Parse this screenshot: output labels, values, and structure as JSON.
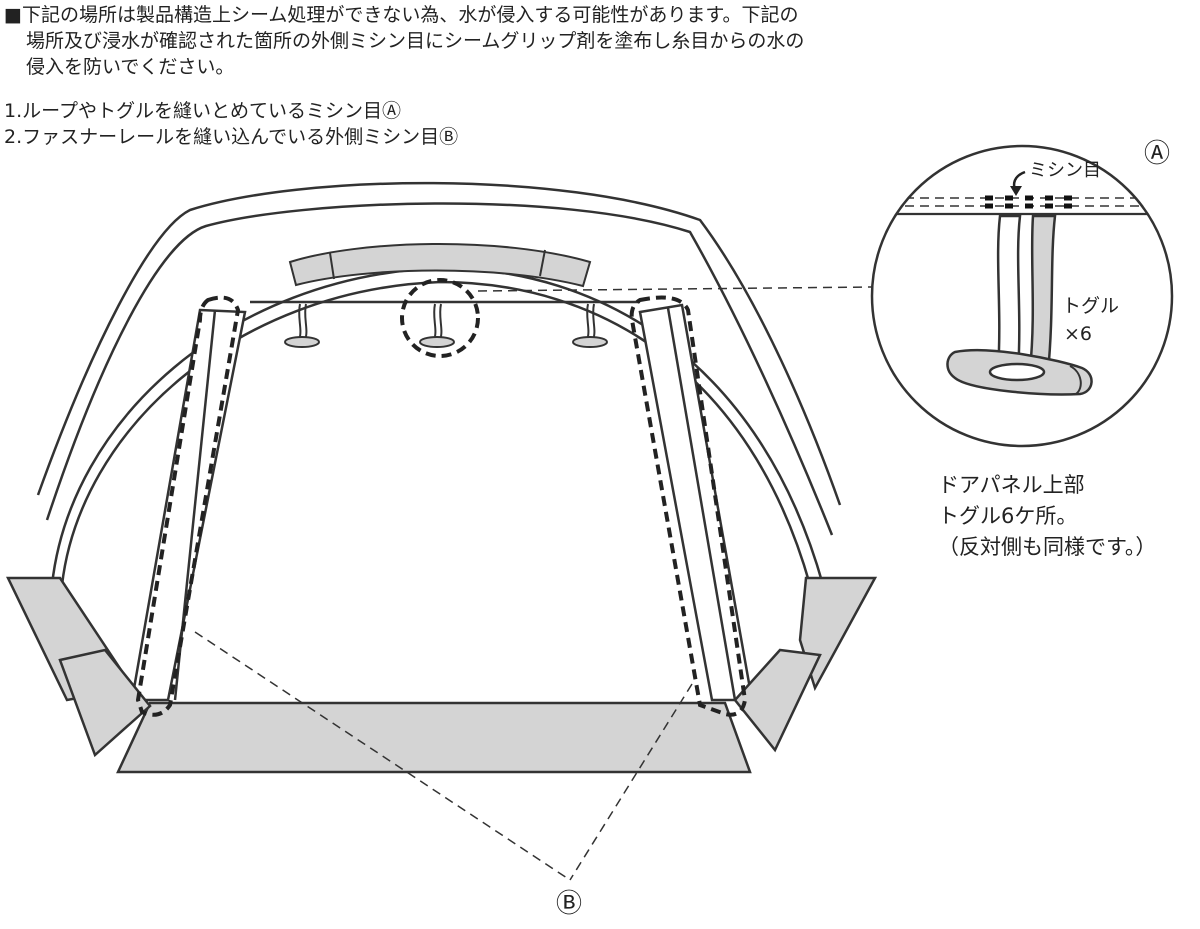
{
  "intro": {
    "line1": "■下記の場所は製品構造上シーム処理ができない為、水が侵入する可能性があります。下記の",
    "line2": "場所及び浸水が確認された箇所の外側ミシン目にシームグリップ剤を塗布し糸目からの水の",
    "line3": "侵入を防いでください。"
  },
  "list": {
    "item1": "1.ループやトグルを縫いとめているミシン目Ⓐ",
    "item2": "2.ファスナーレールを縫い込んでいる外側ミシン目Ⓑ"
  },
  "detail": {
    "marker_a": "Ⓐ",
    "stitch_label": "ミシン目",
    "toggle_label": "トグル",
    "toggle_count": "×6"
  },
  "caption": {
    "line1": "ドアパネル上部",
    "line2": "トグル6ケ所。",
    "line3": "（反対側も同様です。）"
  },
  "marker_b": "Ⓑ"
}
